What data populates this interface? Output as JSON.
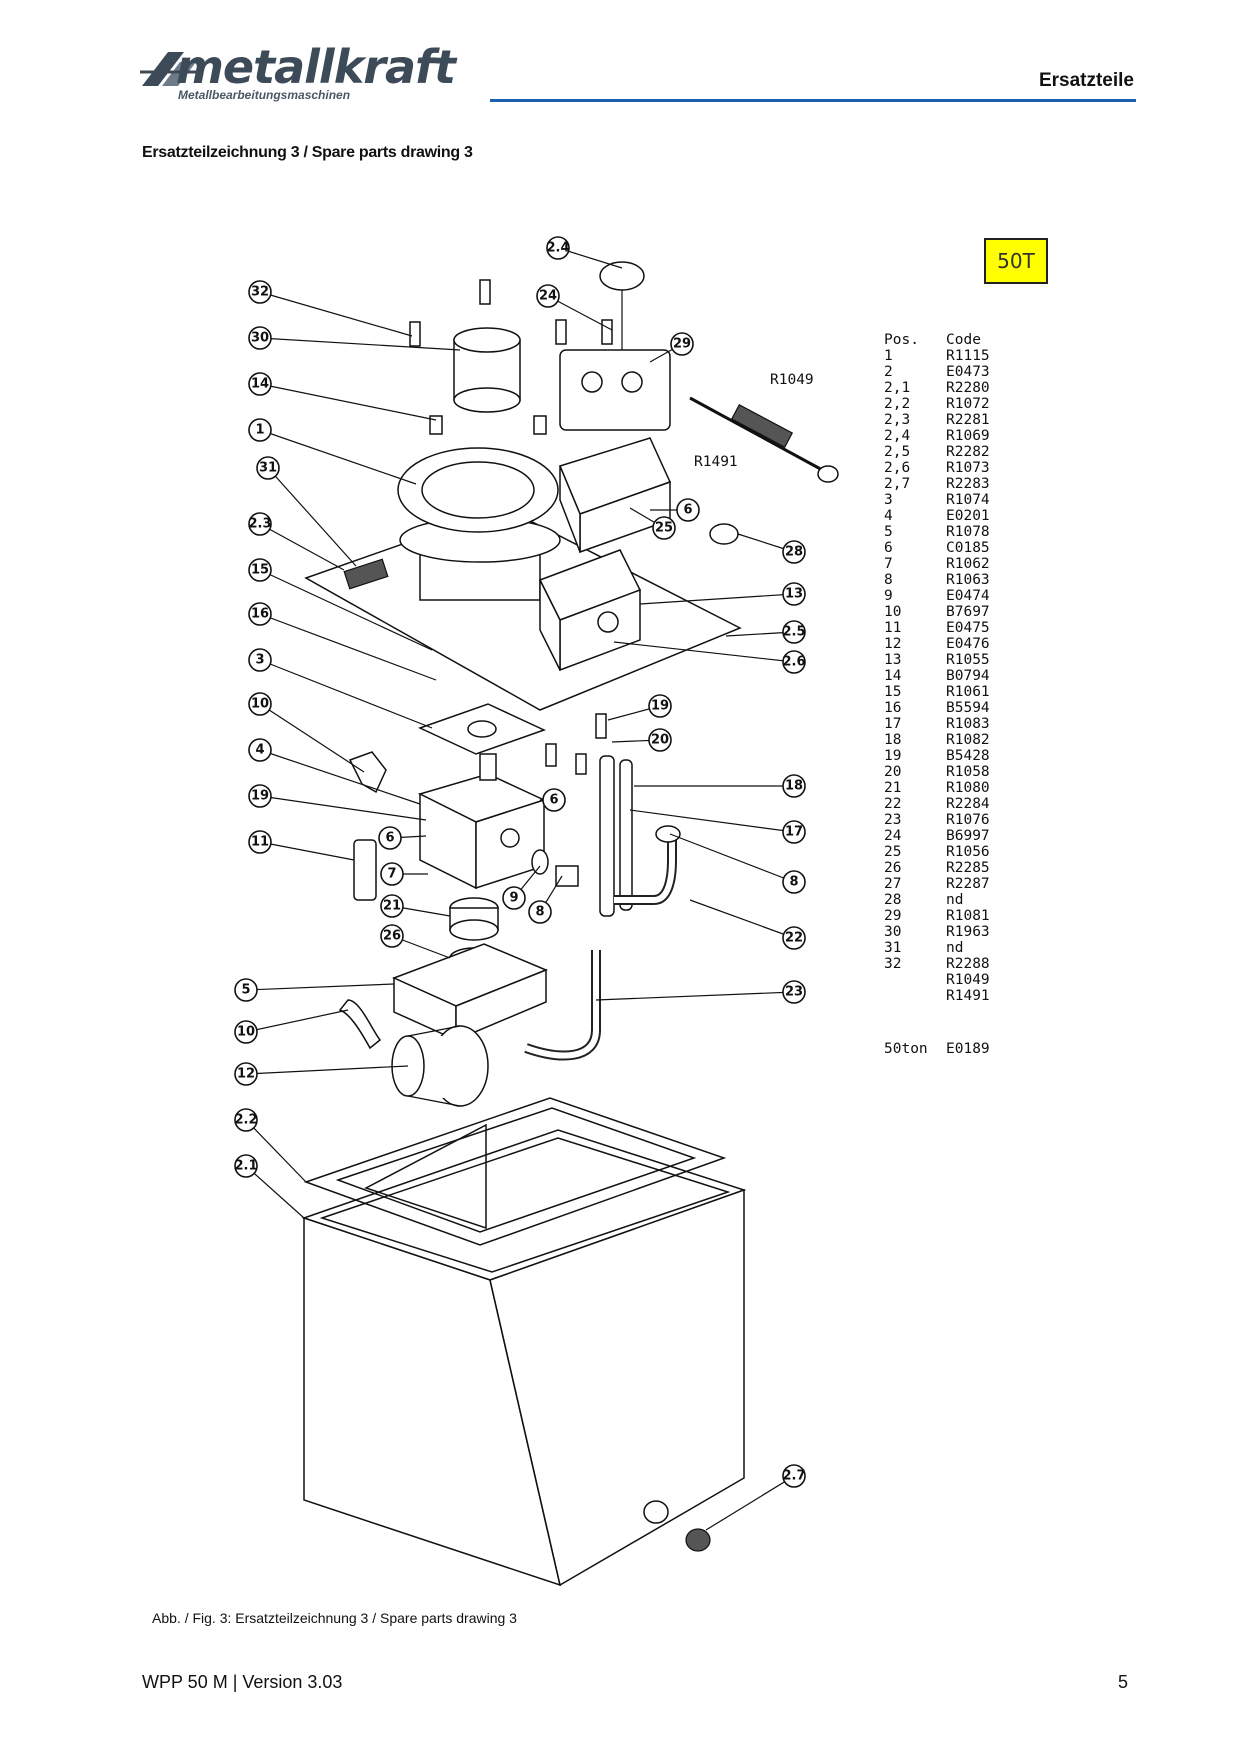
{
  "header": {
    "logo_text": "metallkraft",
    "logo_sub": "Metallbearbeitungsmaschinen",
    "section": "Ersatzteile"
  },
  "drawing": {
    "title": "Ersatzteilzeichnung 3 / Spare parts drawing 3",
    "badge": "50T",
    "callouts": [
      "2.4",
      "32",
      "24",
      "30",
      "29",
      "14",
      "1",
      "31",
      "2.3",
      "15",
      "16",
      "3",
      "10",
      "4",
      "19",
      "6",
      "11",
      "7",
      "21",
      "26",
      "5",
      "10",
      "12",
      "2.2",
      "2.1",
      "6",
      "25",
      "28",
      "13",
      "2.5",
      "2.6",
      "19",
      "20",
      "6",
      "18",
      "17",
      "8",
      "9",
      "8",
      "22",
      "23",
      "2.7"
    ],
    "part_labels": [
      "R1049",
      "R1491"
    ],
    "parts_header": {
      "pos": "Pos.",
      "code": "Code"
    },
    "parts": [
      {
        "pos": "1",
        "code": "R1115"
      },
      {
        "pos": "2",
        "code": "E0473"
      },
      {
        "pos": "2,1",
        "code": "R2280"
      },
      {
        "pos": "2,2",
        "code": "R1072"
      },
      {
        "pos": "2,3",
        "code": "R2281"
      },
      {
        "pos": "2,4",
        "code": "R1069"
      },
      {
        "pos": "2,5",
        "code": "R2282"
      },
      {
        "pos": "2,6",
        "code": "R1073"
      },
      {
        "pos": "2,7",
        "code": "R2283"
      },
      {
        "pos": "3",
        "code": "R1074"
      },
      {
        "pos": "4",
        "code": "E0201"
      },
      {
        "pos": "5",
        "code": "R1078"
      },
      {
        "pos": "6",
        "code": "C0185"
      },
      {
        "pos": "7",
        "code": "R1062"
      },
      {
        "pos": "8",
        "code": "R1063"
      },
      {
        "pos": "9",
        "code": "E0474"
      },
      {
        "pos": "10",
        "code": "B7697"
      },
      {
        "pos": "11",
        "code": "E0475"
      },
      {
        "pos": "12",
        "code": "E0476"
      },
      {
        "pos": "13",
        "code": "R1055"
      },
      {
        "pos": "14",
        "code": "B0794"
      },
      {
        "pos": "15",
        "code": "R1061"
      },
      {
        "pos": "16",
        "code": "B5594"
      },
      {
        "pos": "17",
        "code": "R1083"
      },
      {
        "pos": "18",
        "code": "R1082"
      },
      {
        "pos": "19",
        "code": "B5428"
      },
      {
        "pos": "20",
        "code": "R1058"
      },
      {
        "pos": "21",
        "code": "R1080"
      },
      {
        "pos": "22",
        "code": "R2284"
      },
      {
        "pos": "23",
        "code": "R1076"
      },
      {
        "pos": "24",
        "code": "B6997"
      },
      {
        "pos": "25",
        "code": "R1056"
      },
      {
        "pos": "26",
        "code": "R2285"
      },
      {
        "pos": "27",
        "code": "R2287"
      },
      {
        "pos": "28",
        "code": "nd"
      },
      {
        "pos": "29",
        "code": "R1081"
      },
      {
        "pos": "30",
        "code": "R1963"
      },
      {
        "pos": "31",
        "code": "nd"
      },
      {
        "pos": "32",
        "code": "R2288"
      },
      {
        "pos": "",
        "code": "R1049"
      },
      {
        "pos": "",
        "code": "R1491"
      }
    ],
    "total": {
      "pos": "50ton",
      "code": "E0189"
    }
  },
  "caption": "Abb. / Fig. 3: Ersatzteilzeichnung 3 /  Spare parts drawing 3",
  "footer": {
    "doc": "WPP 50 M | Version 3.03",
    "page": "5"
  },
  "colors": {
    "header_rule": "#1f5fb0",
    "badge": "#ffff00",
    "logo": "#3d4a57"
  }
}
